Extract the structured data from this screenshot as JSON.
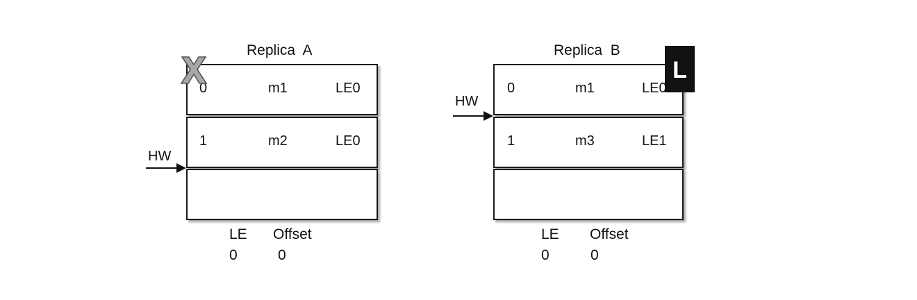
{
  "replica_a": {
    "title": "Replica  A",
    "rows": [
      {
        "offset": "0",
        "msg": "m1",
        "epoch": "LE0"
      },
      {
        "offset": "1",
        "msg": "m2",
        "epoch": "LE0"
      },
      {
        "offset": "",
        "msg": "",
        "epoch": ""
      }
    ],
    "hw_label": "HW",
    "le_header": "LE",
    "offset_header": "Offset",
    "le_value": "0",
    "offset_value": "0",
    "failed_icon": "x-mark-icon"
  },
  "replica_b": {
    "title": "Replica  B",
    "rows": [
      {
        "offset": "0",
        "msg": "m1",
        "epoch": "LE0"
      },
      {
        "offset": "1",
        "msg": "m3",
        "epoch": "LE1"
      },
      {
        "offset": "",
        "msg": "",
        "epoch": ""
      }
    ],
    "hw_label": "HW",
    "le_header": "LE",
    "offset_header": "Offset",
    "le_value": "0",
    "offset_value": "0",
    "leader_badge": "L"
  }
}
